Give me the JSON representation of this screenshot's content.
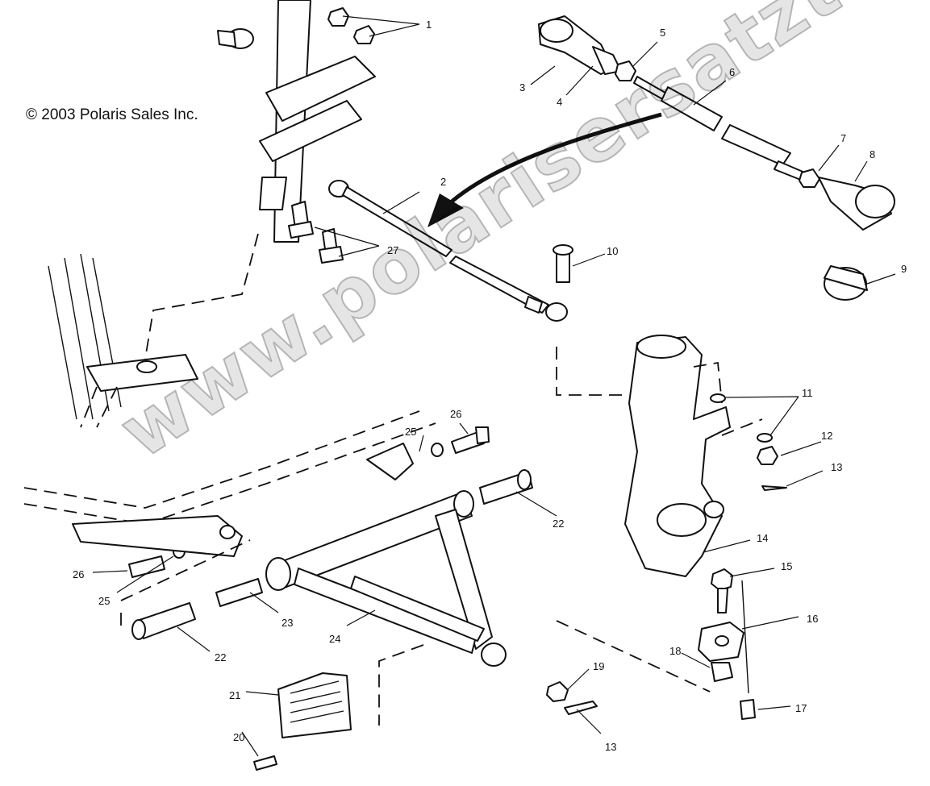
{
  "copyright": "© 2003 Polaris Sales Inc.",
  "watermark": "www.polarisersatzteile.de",
  "callouts": [
    "1",
    "2",
    "3",
    "4",
    "5",
    "6",
    "7",
    "8",
    "9",
    "10",
    "11",
    "12",
    "13",
    "14",
    "15",
    "16",
    "17",
    "18",
    "19",
    "13",
    "20",
    "21",
    "22",
    "22",
    "23",
    "24",
    "25",
    "25",
    "26",
    "26",
    "27"
  ]
}
